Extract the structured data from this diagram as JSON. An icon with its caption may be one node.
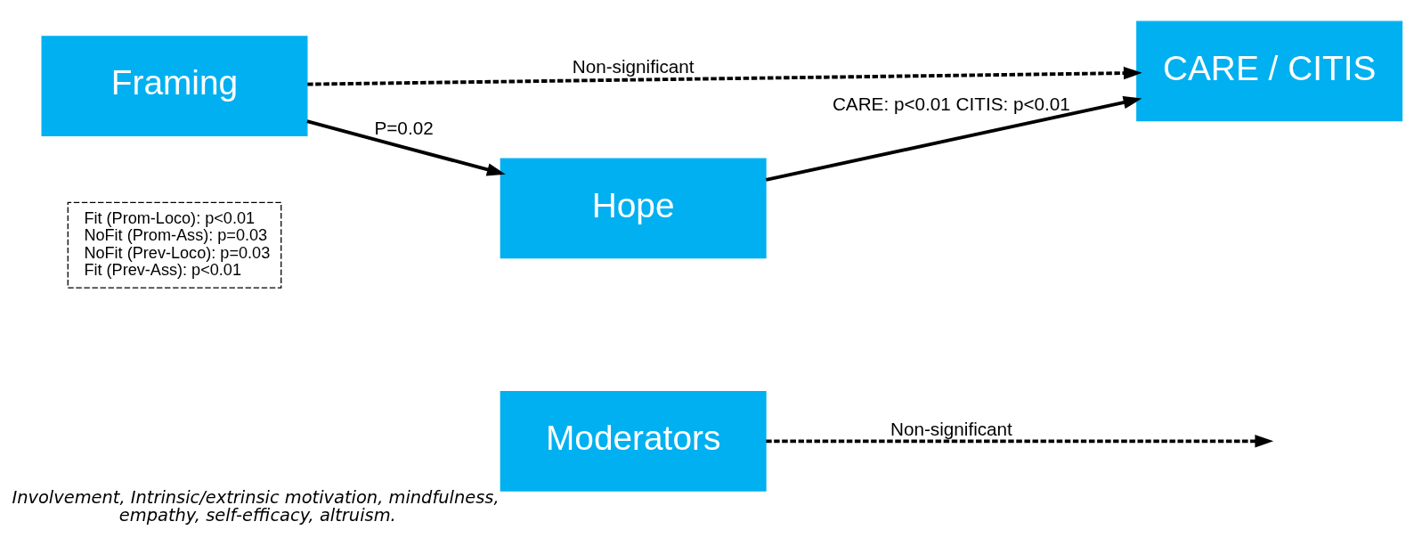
{
  "diagram": {
    "nodes": [
      {
        "text": [
          "Fit (Prom-Loco): p<0.01",
          "NoFit (Prom-Ass): p=0.03",
          "NoFit (Prev-Loco): p=0.03",
          "Fit (Prev-Ass): p<0.01"
        ]
      },
      {
        "text": [
          "Hope"
        ]
      },
      {
        "text": [
          "Framing"
        ]
      },
      {
        "text": [
          "CARE / CITIS"
        ]
      },
      {
        "text": [
          "Moderators"
        ],
        "beside": [
          "Involvement, Intrinsic/extrinsic motivation, mindfulness, empathy, self-efficacy, altruism."
        ]
      }
    ],
    "edges": [
      {
        "from": 2,
        "to": 1,
        "arrow": "to",
        "label": "P=0.02"
      },
      {
        "from": 1,
        "to": 3,
        "arrow": "to",
        "label": "CARE: p<0.01 CITIS: p<0.01"
      },
      {
        "from": 2,
        "to": 3,
        "arrow": "to",
        "label": "Non-significant",
        "style": "dashed"
      },
      {
        "from": 4,
        "to": null,
        "arrow": "to",
        "label": "Non-significant",
        "style": "dashed"
      }
    ]
  }
}
